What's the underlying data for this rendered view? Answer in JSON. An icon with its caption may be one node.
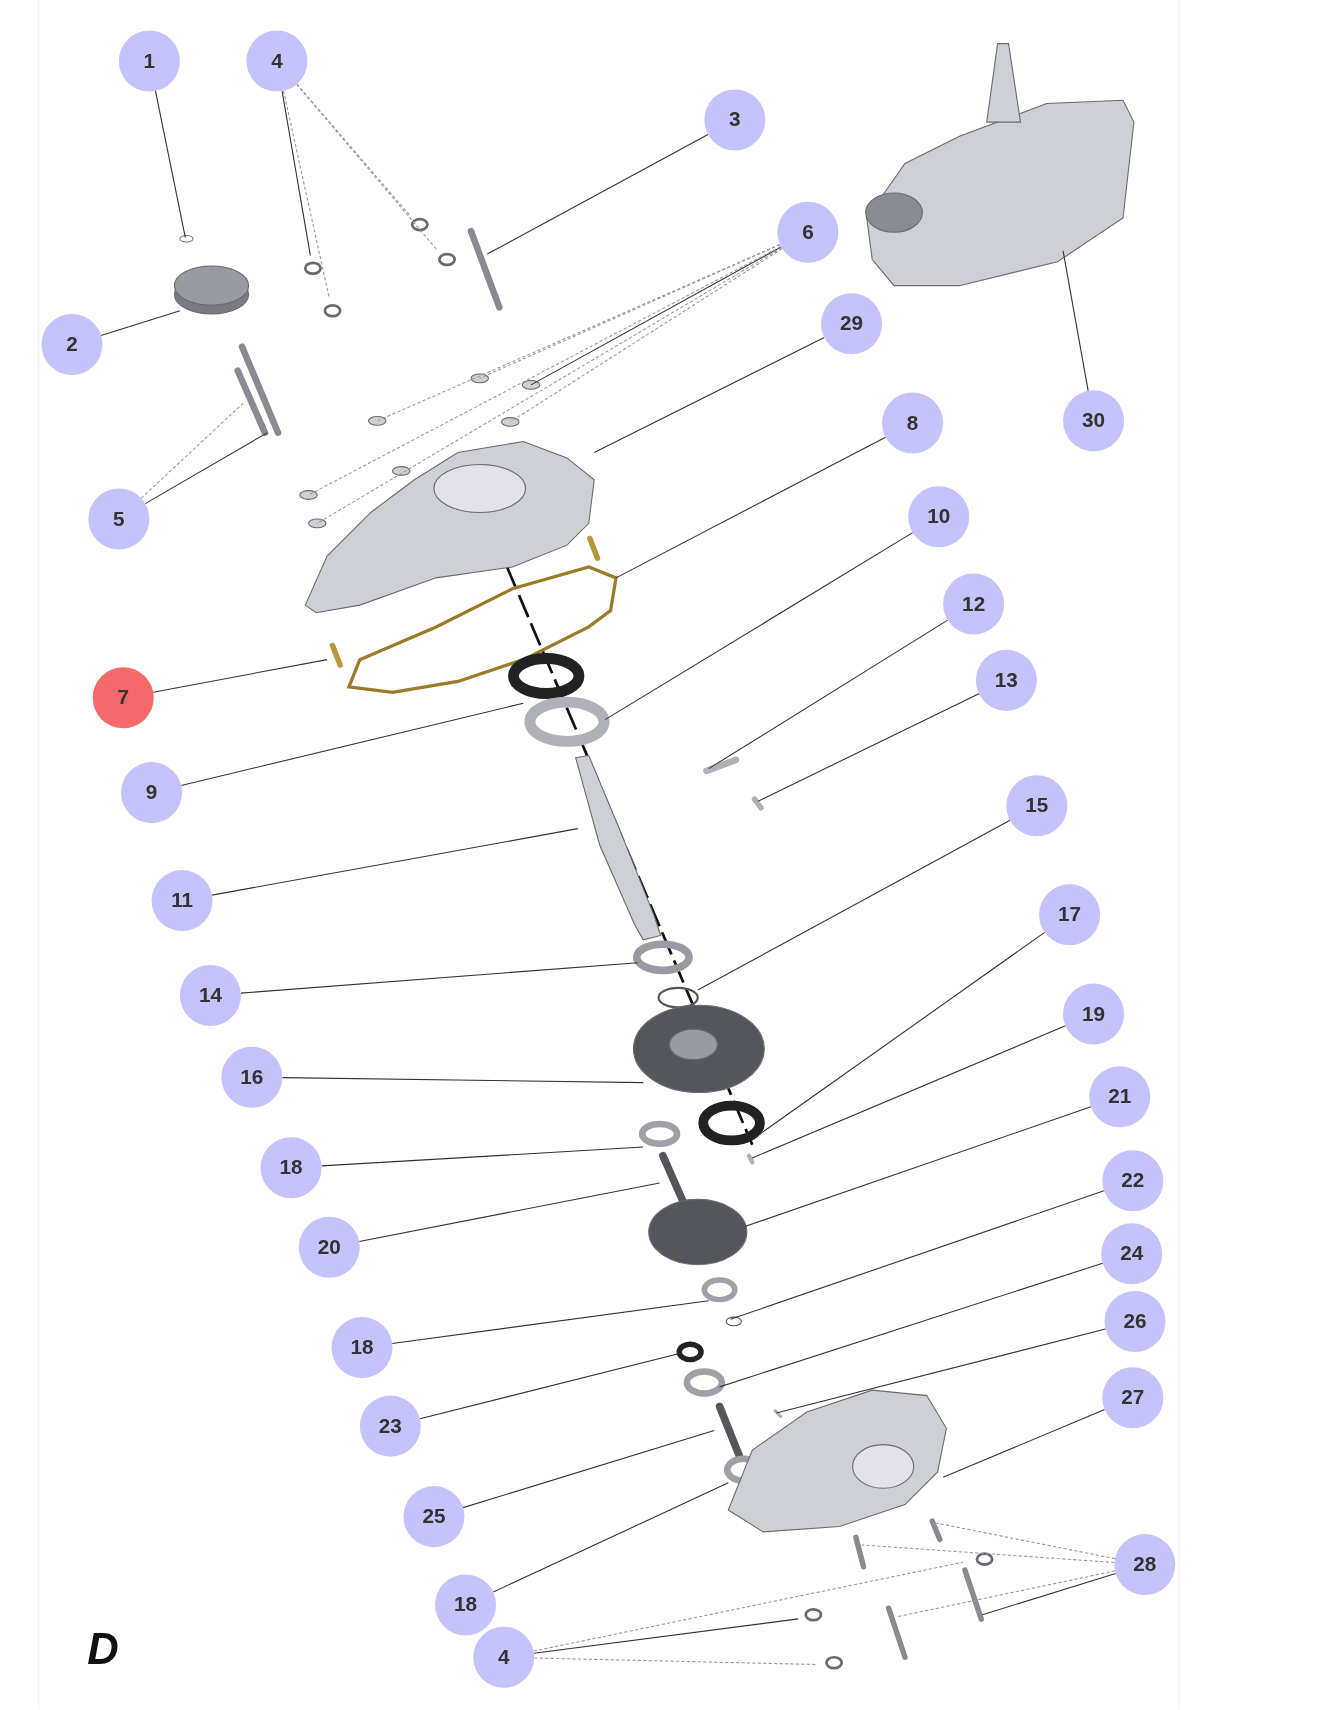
{
  "diagram": {
    "nodes": [
      {
        "text": [
          "1"
        ]
      },
      {
        "text": [
          "4"
        ]
      },
      {
        "text": [
          "3"
        ]
      },
      {
        "text": [
          "6"
        ]
      },
      {
        "text": [
          "29"
        ]
      },
      {
        "text": [
          "2"
        ]
      },
      {
        "text": [
          "30"
        ]
      },
      {
        "text": [
          "8"
        ]
      },
      {
        "text": [
          "5"
        ]
      },
      {
        "text": [
          "10"
        ]
      },
      {
        "text": [
          "12"
        ]
      },
      {
        "text": [
          "13"
        ]
      },
      {
        "text": [
          "7"
        ]
      },
      {
        "text": [
          "9"
        ]
      },
      {
        "text": [
          "15"
        ]
      },
      {
        "text": [
          "11"
        ]
      },
      {
        "text": [
          "17"
        ]
      },
      {
        "text": [
          "14"
        ]
      },
      {
        "text": [
          "19"
        ]
      },
      {
        "text": [
          "16"
        ]
      },
      {
        "text": [
          "21"
        ]
      },
      {
        "text": [
          "18"
        ]
      },
      {
        "text": [
          "22"
        ]
      },
      {
        "text": [
          "20"
        ]
      },
      {
        "text": [
          "24"
        ]
      },
      {
        "text": [
          "26"
        ]
      },
      {
        "text": [
          "18"
        ]
      },
      {
        "text": [
          "27"
        ]
      },
      {
        "text": [
          "23"
        ]
      },
      {
        "text": [
          "25"
        ]
      },
      {
        "text": [
          "28"
        ]
      },
      {
        "text": [
          "18"
        ]
      },
      {
        "text": [
          "4"
        ]
      }
    ],
    "edges": [
      {
        "from": 0,
        "to": null,
        "arrow": "none"
      },
      {
        "from": 1,
        "to": null,
        "arrow": "none"
      },
      {
        "from": 1,
        "to": null,
        "arrow": "none",
        "style": "dashed",
        "color": "#999999"
      },
      {
        "from": 1,
        "to": null,
        "arrow": "none",
        "style": "dashed",
        "color": "#999999"
      },
      {
        "from": 1,
        "to": null,
        "arrow": "none",
        "style": "dashed",
        "color": "#999999"
      },
      {
        "from": 2,
        "to": null,
        "arrow": "none"
      },
      {
        "from": 3,
        "to": null,
        "arrow": "none",
        "style": "dashed",
        "color": "#999999"
      },
      {
        "from": 3,
        "to": null,
        "arrow": "none"
      },
      {
        "from": 3,
        "to": null,
        "arrow": "none",
        "style": "dashed",
        "color": "#999999"
      },
      {
        "from": 3,
        "to": null,
        "arrow": "none",
        "style": "dashed",
        "color": "#999999"
      },
      {
        "from": 3,
        "to": null,
        "arrow": "none",
        "style": "dashed",
        "color": "#999999"
      },
      {
        "from": 3,
        "to": null,
        "arrow": "none",
        "style": "dashed",
        "color": "#999999"
      },
      {
        "from": 4,
        "to": null,
        "arrow": "none"
      },
      {
        "from": 5,
        "to": null,
        "arrow": "none"
      },
      {
        "from": 6,
        "to": null,
        "arrow": "none"
      },
      {
        "from": 7,
        "to": null,
        "arrow": "none"
      },
      {
        "from": 8,
        "to": null,
        "arrow": "none"
      },
      {
        "from": 8,
        "to": null,
        "arrow": "none",
        "style": "dashed",
        "color": "#999999"
      },
      {
        "from": 9,
        "to": null,
        "arrow": "none"
      },
      {
        "from": 10,
        "to": null,
        "arrow": "none"
      },
      {
        "from": 11,
        "to": null,
        "arrow": "none"
      },
      {
        "from": 12,
        "to": null,
        "arrow": "none"
      },
      {
        "from": 13,
        "to": null,
        "arrow": "none"
      },
      {
        "from": 14,
        "to": null,
        "arrow": "none"
      },
      {
        "from": 15,
        "to": null,
        "arrow": "none"
      },
      {
        "from": 16,
        "to": null,
        "arrow": "none"
      },
      {
        "from": 17,
        "to": null,
        "arrow": "none"
      },
      {
        "from": 18,
        "to": null,
        "arrow": "none"
      },
      {
        "from": 19,
        "to": null,
        "arrow": "none"
      },
      {
        "from": 20,
        "to": null,
        "arrow": "none"
      },
      {
        "from": 21,
        "to": null,
        "arrow": "none"
      },
      {
        "from": 22,
        "to": null,
        "arrow": "none"
      },
      {
        "from": 23,
        "to": null,
        "arrow": "none"
      },
      {
        "from": 24,
        "to": null,
        "arrow": "none"
      },
      {
        "from": 25,
        "to": null,
        "arrow": "none"
      },
      {
        "from": 26,
        "to": null,
        "arrow": "none"
      },
      {
        "from": 27,
        "to": null,
        "arrow": "none"
      },
      {
        "from": 28,
        "to": null,
        "arrow": "none"
      },
      {
        "from": 29,
        "to": null,
        "arrow": "none"
      },
      {
        "from": 30,
        "to": null,
        "arrow": "none",
        "style": "dashed",
        "color": "#999999"
      },
      {
        "from": 30,
        "to": null,
        "arrow": "none",
        "style": "dashed",
        "color": "#999999"
      },
      {
        "from": 30,
        "to": null,
        "arrow": "none",
        "style": "dashed",
        "color": "#999999"
      },
      {
        "from": 30,
        "to": null,
        "arrow": "none"
      },
      {
        "from": 31,
        "to": null,
        "arrow": "none"
      },
      {
        "from": 32,
        "to": null,
        "arrow": "none"
      },
      {
        "from": 32,
        "to": null,
        "arrow": "none",
        "style": "dashed",
        "color": "#999999"
      },
      {
        "from": 32,
        "to": null,
        "arrow": "none",
        "style": "dashed",
        "color": "#999999"
      }
    ],
    "labels": [
      "D"
    ]
  }
}
